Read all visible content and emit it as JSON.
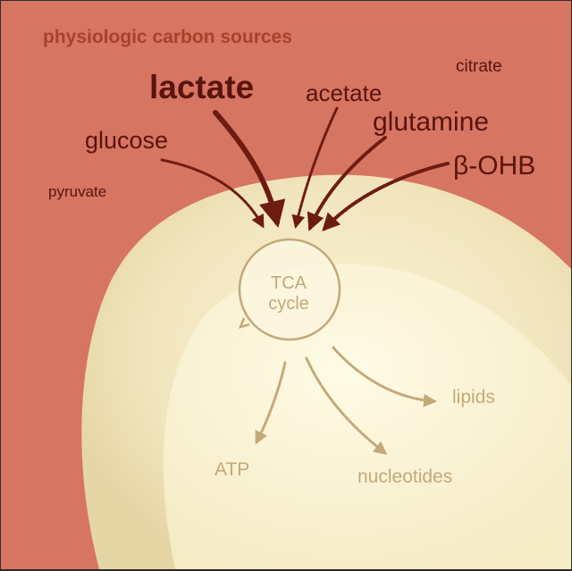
{
  "title": "physiologic carbon sources",
  "sources": {
    "lactate": "lactate",
    "acetate": "acetate",
    "citrate": "citrate",
    "glutamine": "glutamine",
    "glucose": "glucose",
    "bohb": "β-OHB",
    "pyruvate": "pyruvate"
  },
  "tca": {
    "line1": "TCA",
    "line2": "cycle"
  },
  "outputs": {
    "lipids": "lipids",
    "atp": "ATP",
    "nucleotides": "nucleotides"
  },
  "colors": {
    "background": "#d77563",
    "cell_outer": "#f3e8c2",
    "cell_inner": "#f9f0ce",
    "source_arrow": "#6e1b12",
    "product_arrow": "#c3a97a"
  }
}
